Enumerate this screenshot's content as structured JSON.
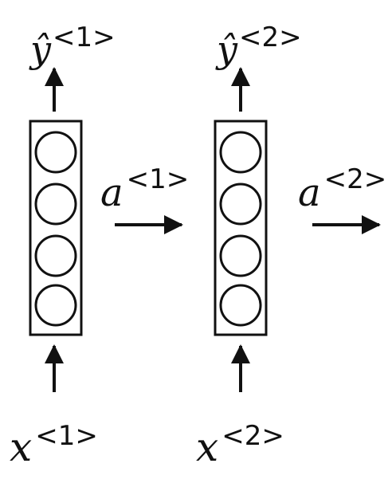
{
  "diagram": {
    "title": "",
    "steps": [
      {
        "output_var": "ŷ",
        "output_sup": "<1>",
        "input_var": "x",
        "input_sup": "<1>",
        "units": 4
      },
      {
        "output_var": "ŷ",
        "output_sup": "<2>",
        "input_var": "x",
        "input_sup": "<2>",
        "units": 4
      }
    ],
    "activations": [
      {
        "var": "a",
        "sup": "<1>"
      },
      {
        "var": "a",
        "sup": "<2>"
      }
    ],
    "colors": {
      "stroke": "#111111",
      "fill": "#ffffff",
      "text": "#111111"
    }
  }
}
